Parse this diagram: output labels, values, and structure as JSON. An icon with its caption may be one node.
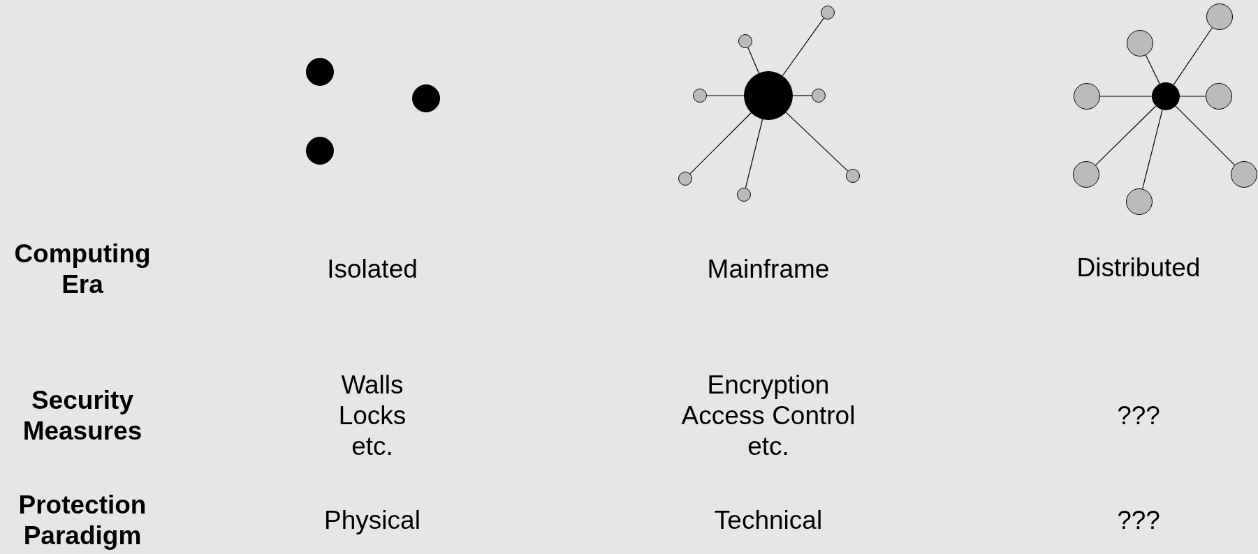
{
  "diagram": {
    "nodes": [
      {
        "text": [],
        "shape": "circle"
      },
      {
        "text": [],
        "shape": "circle"
      },
      {
        "text": [],
        "shape": "circle"
      },
      {
        "text": [],
        "shape": "circle"
      },
      {
        "text": [],
        "shape": "circle"
      },
      {
        "text": [],
        "shape": "circle"
      },
      {
        "text": [],
        "shape": "circle"
      },
      {
        "text": [],
        "shape": "circle"
      },
      {
        "text": [],
        "shape": "circle"
      },
      {
        "text": [],
        "shape": "circle"
      },
      {
        "text": [],
        "shape": "circle"
      },
      {
        "text": [],
        "shape": "circle"
      },
      {
        "text": [],
        "shape": "circle"
      },
      {
        "text": [],
        "shape": "circle"
      },
      {
        "text": [],
        "shape": "circle"
      },
      {
        "text": [],
        "shape": "circle"
      },
      {
        "text": [],
        "shape": "circle"
      },
      {
        "text": [],
        "shape": "circle"
      },
      {
        "text": [],
        "shape": "circle"
      }
    ],
    "edges": [
      {
        "from": 3,
        "to": 4,
        "arrow": "none"
      },
      {
        "from": 3,
        "to": 5,
        "arrow": "none"
      },
      {
        "from": 3,
        "to": 6,
        "arrow": "none"
      },
      {
        "from": 3,
        "to": 7,
        "arrow": "none"
      },
      {
        "from": 3,
        "to": 8,
        "arrow": "none"
      },
      {
        "from": 3,
        "to": 9,
        "arrow": "none"
      },
      {
        "from": 3,
        "to": 10,
        "arrow": "none"
      },
      {
        "from": 11,
        "to": 12,
        "arrow": "none"
      },
      {
        "from": 11,
        "to": 13,
        "arrow": "none"
      },
      {
        "from": 11,
        "to": 14,
        "arrow": "none"
      },
      {
        "from": 11,
        "to": 15,
        "arrow": "none"
      },
      {
        "from": 11,
        "to": 16,
        "arrow": "none"
      },
      {
        "from": 11,
        "to": 17,
        "arrow": "none"
      },
      {
        "from": 11,
        "to": 18,
        "arrow": "none"
      }
    ],
    "labels": [
      "Computing Era",
      "Isolated",
      "Mainframe",
      "Distributed",
      "Security Measures",
      "Walls Locks etc.",
      "Encryption Access Control etc.",
      "???",
      "Protection Paradigm",
      "Physical",
      "Technical",
      "???"
    ]
  }
}
